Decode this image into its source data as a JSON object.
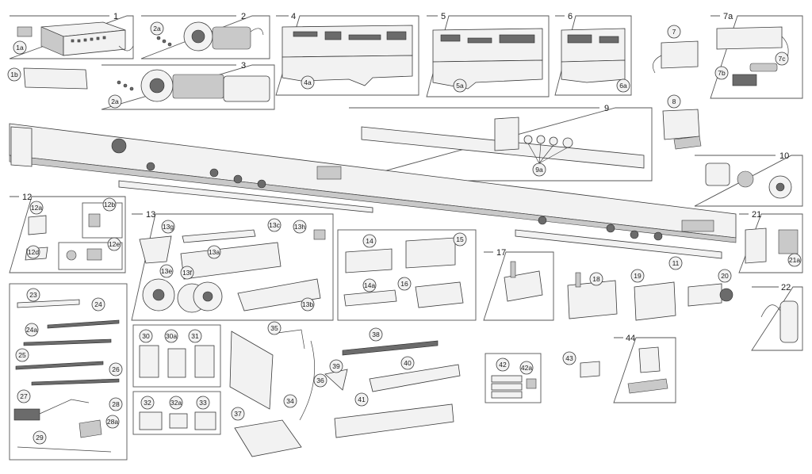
{
  "groups": [
    {
      "id": "g1",
      "label": "1"
    },
    {
      "id": "g2",
      "label": "2"
    },
    {
      "id": "g3",
      "label": "3"
    },
    {
      "id": "g4",
      "label": "4"
    },
    {
      "id": "g5",
      "label": "5"
    },
    {
      "id": "g6",
      "label": "6"
    },
    {
      "id": "g7a",
      "label": "7a"
    },
    {
      "id": "g9",
      "label": "9"
    },
    {
      "id": "g10",
      "label": "10"
    },
    {
      "id": "g12",
      "label": "12"
    },
    {
      "id": "g13",
      "label": "13"
    },
    {
      "id": "g17",
      "label": "17"
    },
    {
      "id": "g21",
      "label": "21"
    },
    {
      "id": "g22",
      "label": "22"
    },
    {
      "id": "g44",
      "label": "44"
    }
  ],
  "callouts": {
    "c1a": "1a",
    "c1b": "1b",
    "c2a_top": "2a",
    "c2a_bot": "2a",
    "c4a": "4a",
    "c5a": "5a",
    "c6a": "6a",
    "c7": "7",
    "c7b": "7b",
    "c7c": "7c",
    "c8": "8",
    "c9a": "9a",
    "c11": "11",
    "c12a": "12a",
    "c12b": "12b",
    "c12d": "12d",
    "c12e": "12e",
    "c13a": "13a",
    "c13b": "13b",
    "c13c": "13c",
    "c13e": "13e",
    "c13f": "13f",
    "c13g": "13g",
    "c13h": "13h",
    "c14": "14",
    "c14a": "14a",
    "c15": "15",
    "c16": "16",
    "c18": "18",
    "c19": "19",
    "c20": "20",
    "c21a": "21a",
    "c23": "23",
    "c24": "24",
    "c24a": "24a",
    "c25": "25",
    "c26": "26",
    "c27": "27",
    "c28": "28",
    "c28a": "28a",
    "c29": "29",
    "c30": "30",
    "c30a": "30a",
    "c31": "31",
    "c32": "32",
    "c32a": "32a",
    "c33": "33",
    "c34": "34",
    "c35": "35",
    "c36": "36",
    "c37": "37",
    "c38": "38",
    "c39": "39",
    "c40": "40",
    "c41": "41",
    "c42": "42",
    "c42a": "42a",
    "c43": "43"
  }
}
